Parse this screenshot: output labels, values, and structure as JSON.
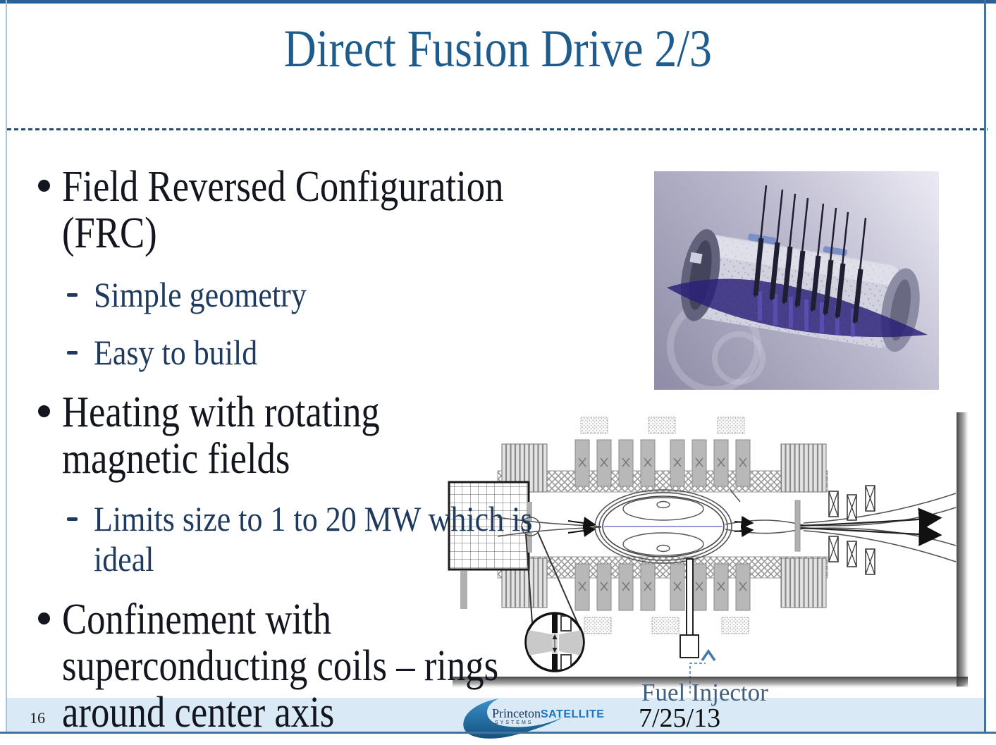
{
  "slide": {
    "title": "Direct Fusion Drive 2/3",
    "page_number": "16",
    "date": "7/25/13"
  },
  "content": {
    "bullets": [
      {
        "level": 1,
        "lines": [
          "Field Reversed Configuration",
          "(FRC)"
        ]
      },
      {
        "level": 2,
        "lines": [
          "Simple geometry"
        ]
      },
      {
        "level": 2,
        "lines": [
          "Easy to build"
        ]
      },
      {
        "level": 1,
        "lines": [
          "Heating with rotating",
          "magnetic fields"
        ]
      },
      {
        "level": 2,
        "lines": [
          "Limits size to 1 to 20 MW which is",
          "ideal"
        ]
      },
      {
        "level": 1,
        "lines": [
          "Confinement with",
          "superconducting coils – rings",
          "around center axis"
        ]
      }
    ]
  },
  "diagram": {
    "annotation": "Fuel Injector"
  },
  "footer": {
    "logo": {
      "princeton": "Princeton",
      "satellite": "SATELLITE",
      "systems": "SYSTEMS"
    }
  },
  "colors": {
    "title": "#1F5C8E",
    "body_text": "#14161F",
    "sub_text": "#1E3A5F",
    "separator_dash": "#1D4E77",
    "footer_band": "#D9EAF6",
    "border_blue": "#44719F",
    "annotation_label": "#40607E"
  }
}
